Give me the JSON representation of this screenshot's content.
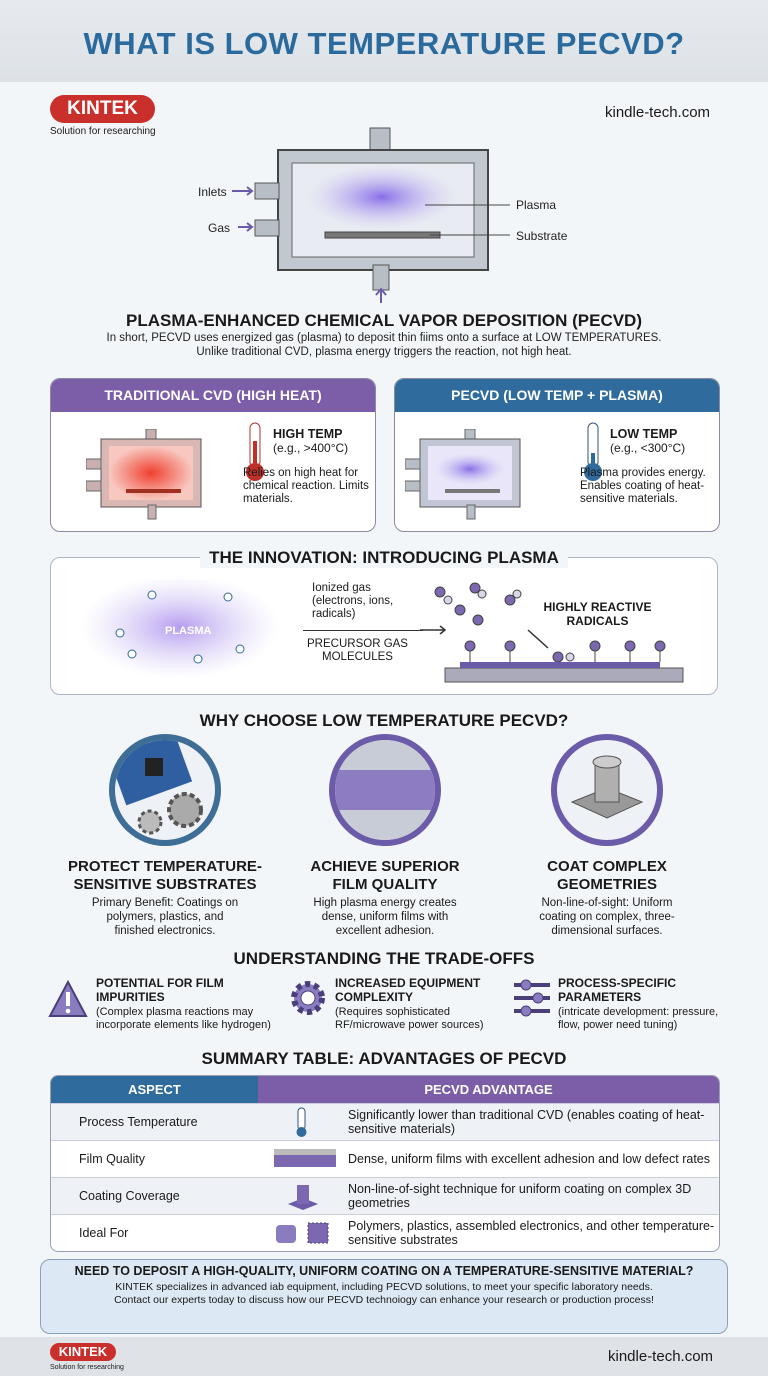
{
  "header": {
    "title": "WHAT IS LOW TEMPERATURE PECVD?",
    "logo": "KINTEK",
    "tagline": "Solution for researching",
    "website": "kindle-tech.com"
  },
  "diagram": {
    "inlets": "Inlets",
    "gas": "Gas",
    "plasma": "Plasma",
    "substrate": "Substrate"
  },
  "intro": {
    "heading": "PLASMA-ENHANCED CHEMICAL VAPOR DEPOSITION (PECVD)",
    "text": "In short, PECVD uses energized gas (plasma) to deposit thin fiims onto a surface at LOW TEMPERATURES. Unlike traditional CVD, plasma energy triggers the reaction, not high heat."
  },
  "comparison": [
    {
      "title": "TRADITIONAL CVD (HIGH HEAT)",
      "temp_label": "HIGH TEMP",
      "temp_value": "(e.g., >400°C)",
      "desc": "Relies on high heat for chemical reaction. Limits materials.",
      "color": "#7b5ea7"
    },
    {
      "title": "PECVD (LOW TEMP + PLASMA)",
      "temp_label": "LOW TEMP",
      "temp_value": "(e.g., <300°C)",
      "desc": "Plasma provides energy. Enables coating of heat-sensitive materials.",
      "color": "#2f6b9c"
    }
  ],
  "innovation": {
    "heading": "THE INNOVATION: INTRODUCING PLASMA",
    "plasma": "PLASMA",
    "ionized": "Ionized gas (electrons, ions, radicals)",
    "precursor": "PRECURSOR GAS MOLECULES",
    "radicals": "HIGHLY REACTIVE RADICALS"
  },
  "why": {
    "heading": "WHY CHOOSE LOW TEMPERATURE PECVD?",
    "items": [
      {
        "title": "PROTECT TEMPERATURE-SENSITIVE SUBSTRATES",
        "desc": "Primary Benefit: Coatings on polymers, plastics, and finished electronics."
      },
      {
        "title": "ACHIEVE SUPERIOR FILM QUALITY",
        "desc": "High plasma energy creates dense, uniform films with excellent adhesion."
      },
      {
        "title": "COAT COMPLEX GEOMETRIES",
        "desc": "Non-line-of-sight: Uniform coating on complex, three-dimensional surfaces."
      }
    ]
  },
  "tradeoffs": {
    "heading": "UNDERSTANDING THE TRADE-OFFS",
    "items": [
      {
        "title": "POTENTIAL FOR FILM IMPURITIES",
        "desc": "(Complex plasma reactions may incorporate elements like hydrogen)",
        "icon": "warning-icon"
      },
      {
        "title": "INCREASED EQUIPMENT COMPLEXITY",
        "desc": "(Requires sophisticated RF/microwave power sources)",
        "icon": "gear-icon"
      },
      {
        "title": "PROCESS-SPECIFIC PARAMETERS",
        "desc": "(intricate development: pressure, flow, power need tuning)",
        "icon": "sliders-icon"
      }
    ]
  },
  "summary": {
    "heading": "SUMMARY TABLE: ADVANTAGES OF PECVD",
    "col1": "ASPECT",
    "col2": "PECVD ADVANTAGE",
    "rows": [
      {
        "aspect": "Process Temperature",
        "advantage": "Significantly lower than traditional CVD (enables coating of heat-sensitive materials)"
      },
      {
        "aspect": "Film Quality",
        "advantage": "Dense, uniform films with excellent adhesion and low defect rates"
      },
      {
        "aspect": "Coating Coverage",
        "advantage": "Non-line-of-sight technique for uniform coating on complex 3D geometries"
      },
      {
        "aspect": "Ideal For",
        "advantage": "Polymers, plastics, assembled electronics, and other temperature-sensitive substrates"
      }
    ]
  },
  "cta": {
    "heading": "NEED TO DEPOSIT A HIGH-QUALITY, UNIFORM COATING ON A TEMPERATURE-SENSITIVE MATERIAL?",
    "line1": "KINTEK specializes in advanced iab equipment, including PECVD solutions, to meet your specific laboratory needs.",
    "line2": "Contact our experts today to discuss how our PECVD technoiogy can enhance your research or production process!"
  },
  "footer": {
    "logo": "KINTEK",
    "tagline": "Solution for researching",
    "website": "kindle-tech.com"
  }
}
